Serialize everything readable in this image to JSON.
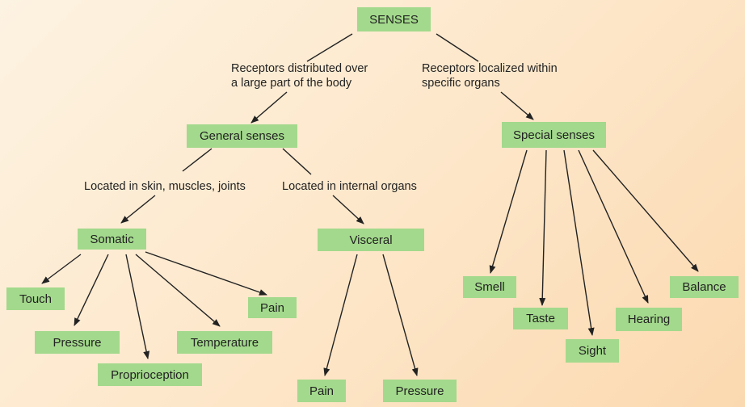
{
  "nodes": {
    "senses": "SENSES",
    "general": "General senses",
    "special": "Special senses",
    "somatic": "Somatic",
    "visceral": "Visceral",
    "touch": "Touch",
    "pressure_s": "Pressure",
    "proprioception": "Proprioception",
    "temperature": "Temperature",
    "pain_s": "Pain",
    "pain_v": "Pain",
    "pressure_v": "Pressure",
    "smell": "Smell",
    "taste": "Taste",
    "sight": "Sight",
    "hearing": "Hearing",
    "balance": "Balance"
  },
  "labels": {
    "distributed_1": "Receptors distributed over",
    "distributed_2": "a large part of the body",
    "localized_1": "Receptors localized within",
    "localized_2": "specific organs",
    "skin": "Located in skin, muscles, joints",
    "internal": "Located in internal organs"
  },
  "colors": {
    "node_fill": "#a3d98c",
    "line": "#222222"
  }
}
